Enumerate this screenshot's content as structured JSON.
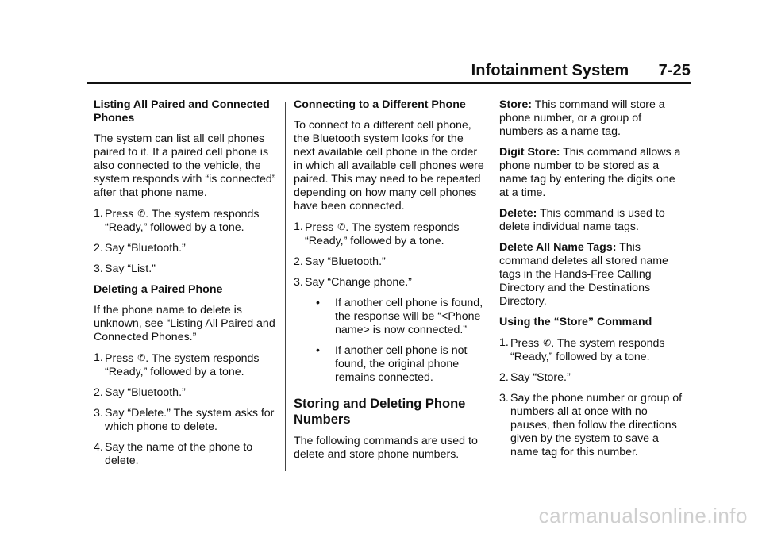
{
  "header": {
    "title": "Infotainment System",
    "page": "7-25"
  },
  "col1": {
    "heading": "Listing All Paired and Connected Phones",
    "intro": "The system can list all cell phones paired to it. If a paired cell phone is also connected to the vehicle, the system responds with “is connected” after that phone name.",
    "steps": [
      {
        "num": "1.",
        "pre": "Press",
        "icon": "phone-icon",
        "post": ". The system responds “Ready,” followed by a tone."
      },
      {
        "num": "2.",
        "text": "Say “Bluetooth.”"
      },
      {
        "num": "3.",
        "text": "Say “List.”"
      }
    ],
    "heading2": "Deleting a Paired Phone",
    "intro2": "If the phone name to delete is unknown, see “Listing All Paired and Connected Phones.”",
    "steps2": [
      {
        "num": "1.",
        "pre": "Press",
        "icon": "phone-icon",
        "post": ". The system responds “Ready,” followed by a tone."
      },
      {
        "num": "2.",
        "text": "Say “Bluetooth.”"
      },
      {
        "num": "3.",
        "text": "Say “Delete.” The system asks for which phone to delete."
      },
      {
        "num": "4.",
        "text": "Say the name of the phone to delete."
      }
    ]
  },
  "col2": {
    "heading": "Connecting to a Different Phone",
    "intro": "To connect to a different cell phone, the Bluetooth system looks for the next available cell phone in the order in which all available cell phones were paired. This may need to be repeated depending on how many cell phones have been connected.",
    "steps": [
      {
        "num": "1.",
        "pre": "Press",
        "icon": "phone-icon",
        "post": ". The system responds “Ready,” followed by a tone."
      },
      {
        "num": "2.",
        "text": "Say “Bluetooth.”"
      },
      {
        "num": "3.",
        "text": "Say “Change phone.”"
      }
    ],
    "bullets": [
      "If another cell phone is found, the response will be “<Phone name> is now connected.”",
      "If another cell phone is not found, the original phone remains connected."
    ],
    "section_heading": "Storing and Deleting Phone Numbers",
    "section_intro": "The following commands are used to delete and store phone numbers."
  },
  "col3": {
    "defs": [
      {
        "term": "Store:",
        "desc": "This command will store a phone number, or a group of numbers as a name tag."
      },
      {
        "term": "Digit Store:",
        "desc": "This command allows a phone number to be stored as a name tag by entering the digits one at a time."
      },
      {
        "term": "Delete:",
        "desc": "This command is used to delete individual name tags."
      },
      {
        "term": "Delete All Name Tags:",
        "desc": "This command deletes all stored name tags in the Hands-Free Calling Directory and the Destinations Directory."
      }
    ],
    "heading": "Using the “Store” Command",
    "steps": [
      {
        "num": "1.",
        "pre": "Press",
        "icon": "phone-icon",
        "post": ". The system responds “Ready,” followed by a tone."
      },
      {
        "num": "2.",
        "text": "Say “Store.”"
      },
      {
        "num": "3.",
        "text": "Say the phone number or group of numbers all at once with no pauses, then follow the directions given by the system to save a name tag for this number."
      }
    ]
  },
  "icons": {
    "phone": "phone-icon",
    "bullet": "bullet-icon"
  },
  "watermark": "carmanualsonline.info"
}
